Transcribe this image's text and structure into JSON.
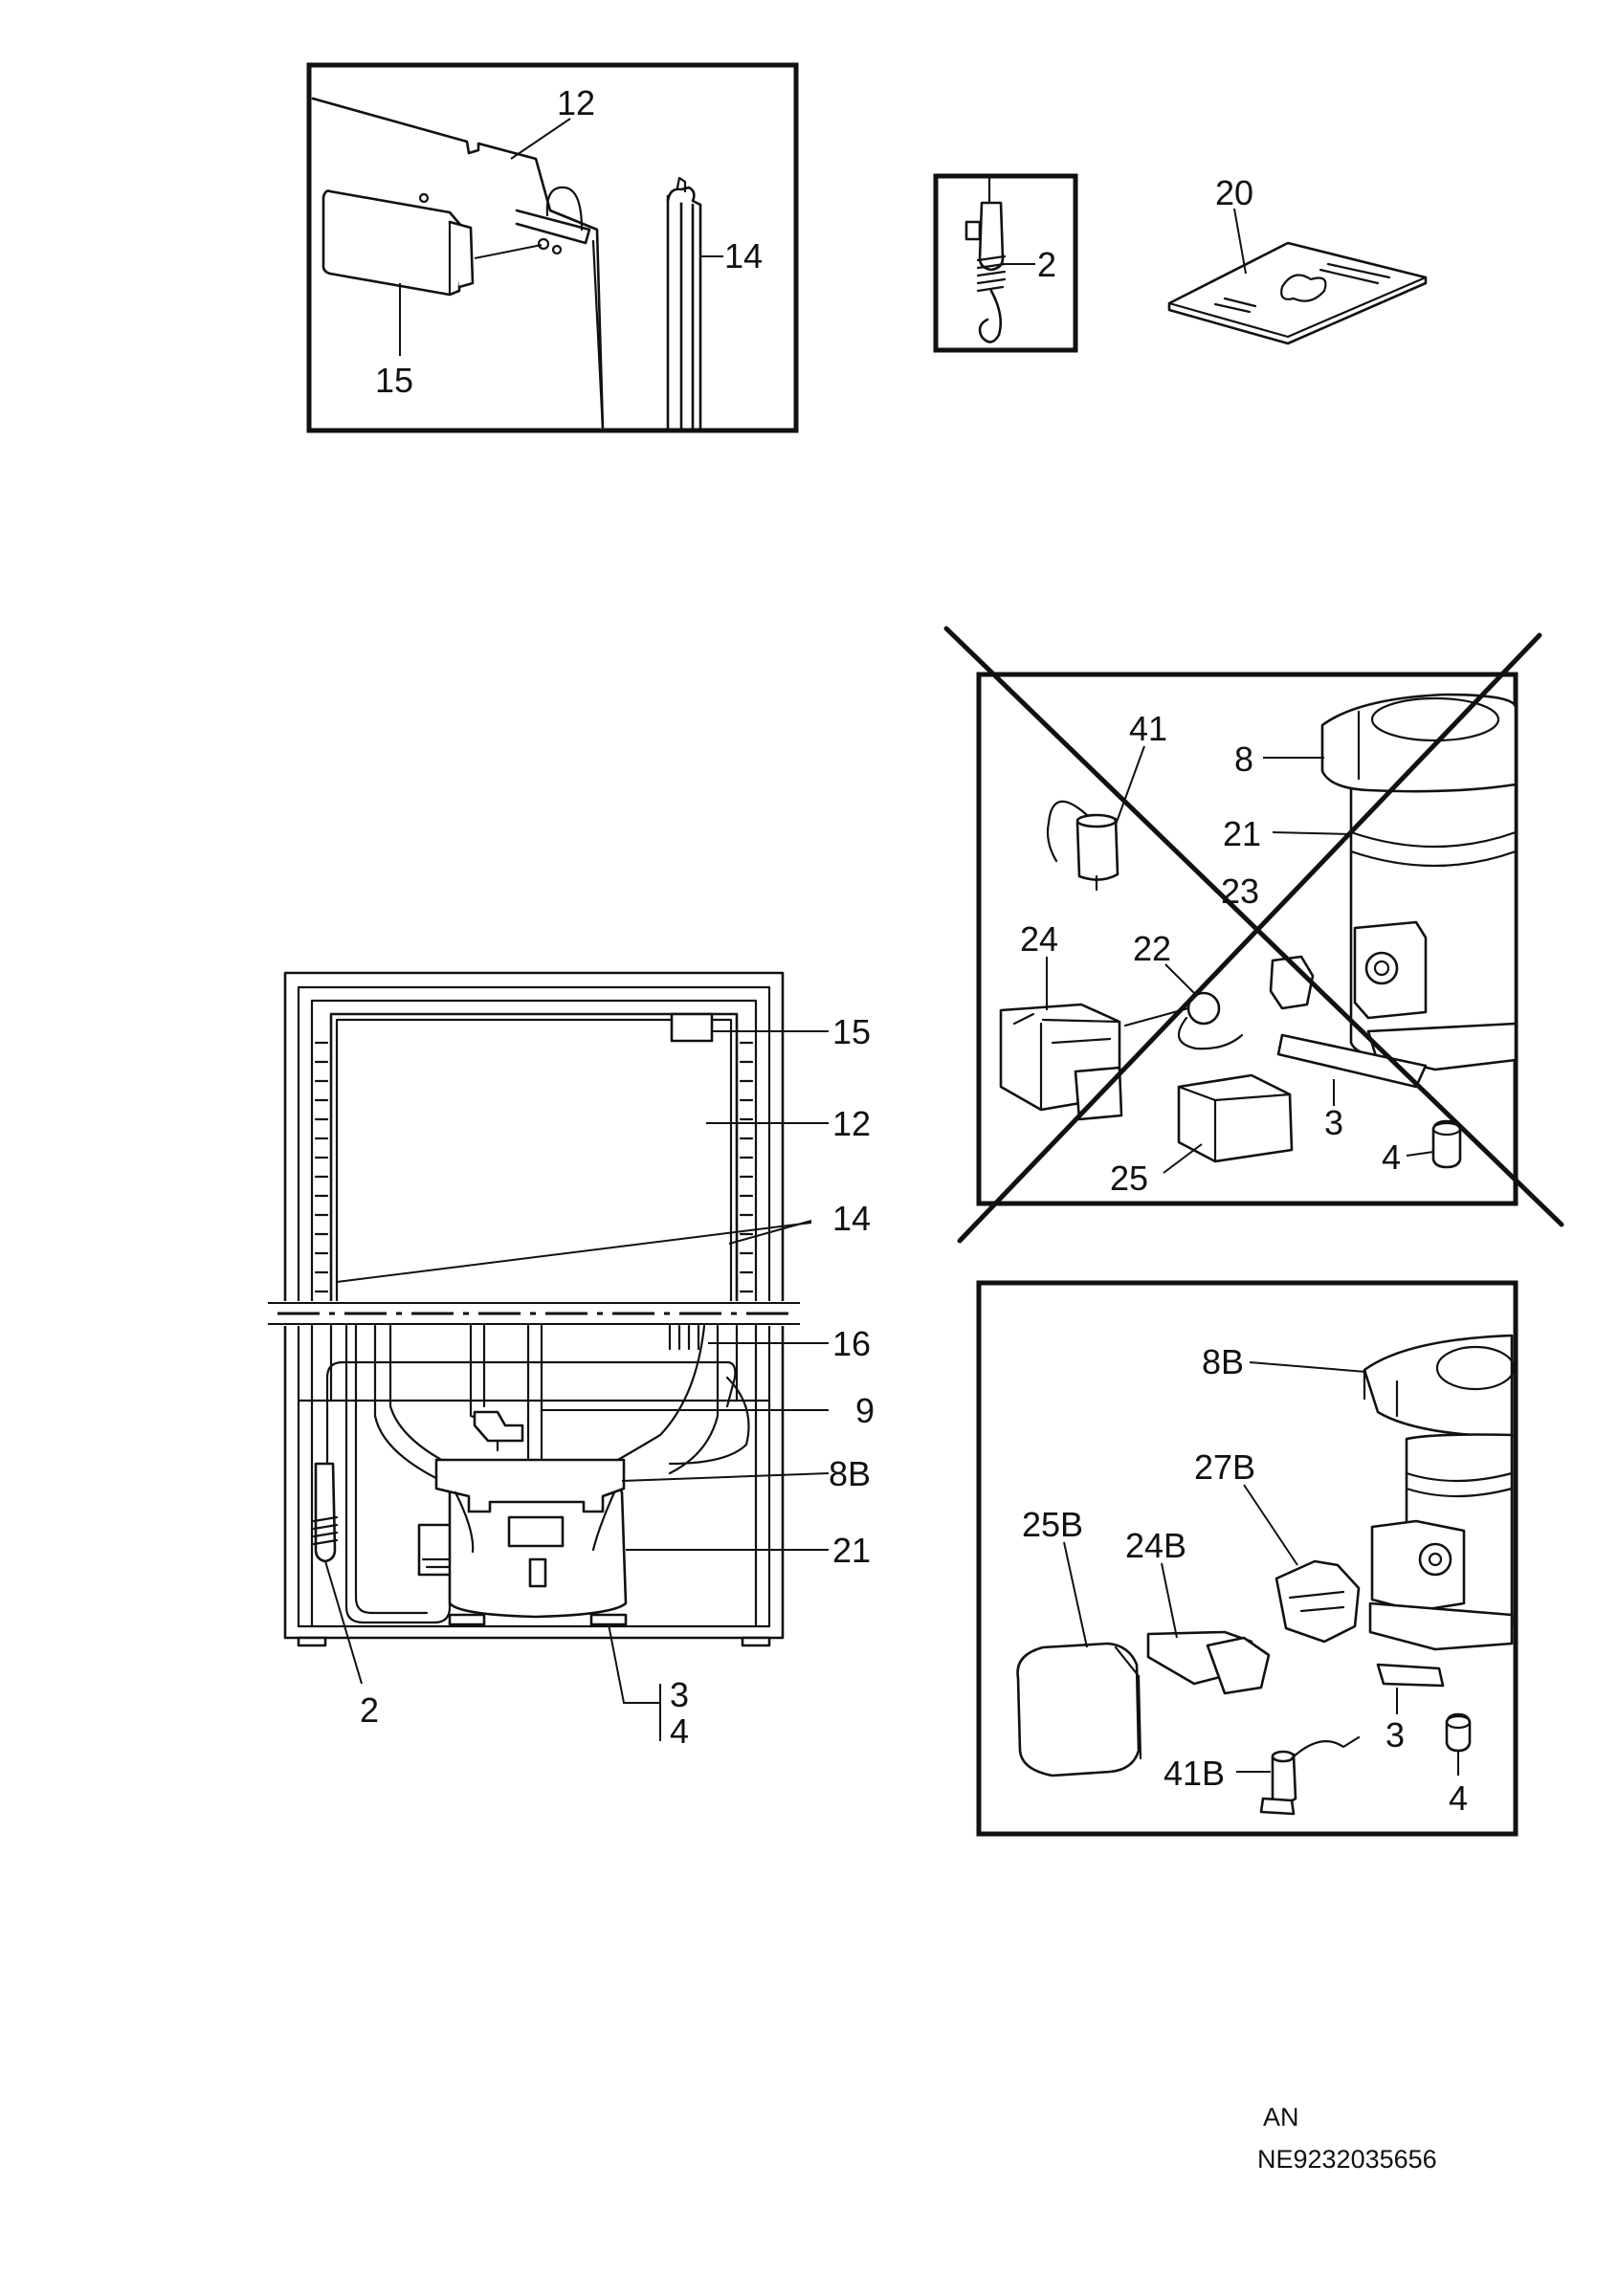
{
  "panel_door": {
    "labels": {
      "gasket_panel": "12",
      "door_gasket": "14",
      "handle": "15"
    }
  },
  "panel_thermostat_bulb": {
    "labels": {
      "thermostat_bulb": "2"
    }
  },
  "panel_manual": {
    "labels": {
      "manual": "20"
    }
  },
  "panel_cabinet": {
    "labels": {
      "handle": "15",
      "gasket_panel": "12",
      "door_gasket": "14",
      "drain": "16",
      "drain_tube": "9",
      "drip_tray": "8B",
      "compressor": "21",
      "thermostat_bulb": "2",
      "grommet_plate": "3",
      "rubber_foot": "4"
    }
  },
  "panel_compressor_old": {
    "labels": {
      "capacitor": "41",
      "drip_tray": "8",
      "compressor": "21",
      "overload": "23",
      "relay": "24",
      "protector": "22",
      "grommet_plate": "3",
      "rubber_foot": "4",
      "cover": "25"
    }
  },
  "panel_compressor_new": {
    "labels": {
      "drip_tray": "8B",
      "relay": "27B",
      "cover": "25B",
      "starter": "24B",
      "capacitor": "41B",
      "grommet_plate": "3",
      "rubber_foot": "4"
    }
  },
  "footer": {
    "line1": "AN",
    "line2": "NE9232035656"
  }
}
